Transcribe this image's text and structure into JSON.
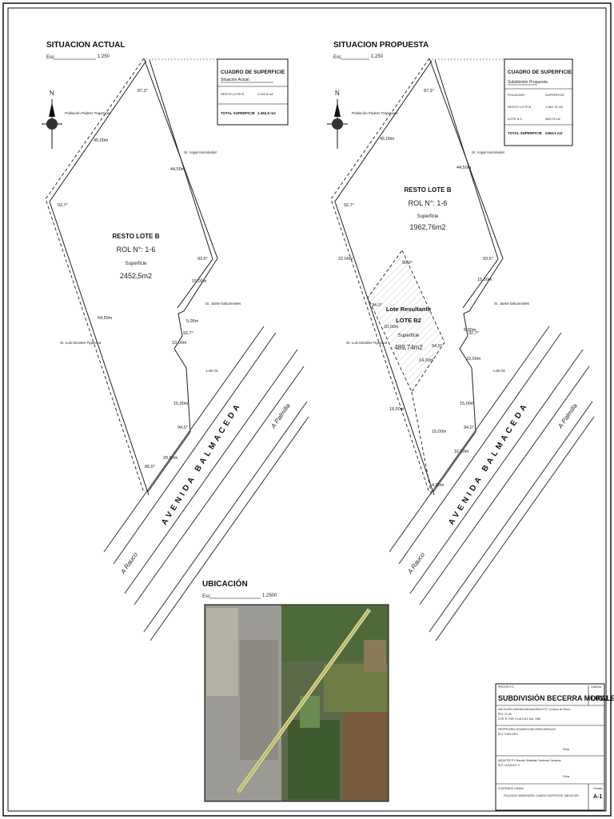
{
  "left": {
    "title": "SITUACION ACTUAL",
    "scale_prefix": "Esc",
    "scale_value": "1:250",
    "table": {
      "title": "CUADRO DE SUPERFICIE",
      "subtitle": "Situación Actual",
      "rows": [
        [
          "RESTO LOTE B",
          "2.452,5 m2"
        ]
      ],
      "total_label": "TOTAL SUPERFICIE",
      "total_value": "2.452,5 m2"
    },
    "lot_name": "RESTO LOTE B",
    "lot_rol": "ROL N°: 1-6",
    "lot_sup_label": "Superficie",
    "lot_sup_value": "2452,5m2",
    "angles": [
      "87,3°",
      "92,7°",
      "93,5°",
      "92,7°",
      "94,0°",
      "86,0°"
    ],
    "dims": [
      "45,00m",
      "44,50m",
      "15,00m",
      "5,00m",
      "10,00m",
      "15,00m",
      "20,00m",
      "64,50m"
    ],
    "neighbors": [
      "Población Padres Trapenses",
      "Sr. Angel Hernández",
      "Sr. Jaime balcarcedes",
      "Sr. Luis Morales Figueroa",
      "Lote 01"
    ]
  },
  "right": {
    "title": "SITUACION PROPUESTA",
    "scale_prefix": "Esc",
    "scale_value": "1:250",
    "table": {
      "title": "CUADRO DE SUPERFICIE",
      "subtitle": "Subdivisión Propuesta",
      "header": [
        "POLIGONO",
        "SUPERFICIE"
      ],
      "rows": [
        [
          "RESTO LOTE B",
          "1.962,76 m2"
        ],
        [
          "LOTE B-2",
          "489,74 m2"
        ]
      ],
      "total_label": "TOTAL SUPERFICIE",
      "total_value": "2452,5 m2"
    },
    "lot_name": "RESTO LOTE B",
    "lot_rol": "ROL N°: 1-6",
    "lot_sup_label": "Superficie",
    "lot_sup_value": "1962,76m2",
    "new_lot_line1": "Lote Resultante",
    "new_lot_line2": "LOTE B2",
    "new_lot_sup_label": "Superficie",
    "new_lot_sup_value": "489,74m2",
    "angles": [
      "87,3°",
      "92,7°",
      "93,5°",
      "94,0°",
      "90,0°",
      "94,0°",
      "94,0°",
      "92,7°"
    ],
    "dims": [
      "45,00m",
      "44,50m",
      "15,00m",
      "5,00m",
      "10,00m",
      "15,00m",
      "16,00m",
      "22,00m",
      "20,00m",
      "14,00m",
      "15,00m",
      "18,50m",
      "4,00m"
    ],
    "neighbors": [
      "Población Padres Trapenses",
      "Sr. Angel Hernández",
      "Sr. Jaime balcarcedes",
      "Sr. Luis Morales Figueroa",
      "Lote 01"
    ]
  },
  "roads": {
    "avenue": "AVENIDA BALMACEDA",
    "to_left": "A Rauco",
    "to_right": "A Palmilla"
  },
  "north": "N",
  "location": {
    "title": "UBICACIÓN",
    "scale_prefix": "Esc",
    "scale_value": "1:2500"
  },
  "title_block": {
    "project_label": "PROYECTO",
    "project_name": "SUBDIVISIÓN BECERRA MORALES",
    "sheet_label": "LAMINA",
    "sheet_value": "L01/1",
    "address_line1": "UBICACIÓN: AVENIDA BALMACEDA Nº 97, Comuna de Rauco",
    "address_line2": "ROL: 01-06",
    "address_line3": "COR. R. FOR. Fs.44 N.51, Año: 1984",
    "owner_line1": "PROPIETARIO: EDUARDO BECERRA MORALES",
    "owner_line2": "RUT: 5.263.105-0",
    "owner_sign": "Firma",
    "architect_line1": "ARQUITECTO: Marcelo Sebastián Cardenas Cardenas",
    "architect_line2": "RUT: 16.028.427-4",
    "architect_sign": "Firma",
    "content_label": "CONTENIDO LAMINA",
    "content_value": "POLIGONO SUBDIVISIÓN, CUADRO SUPERFICIE, UBICACIÓN",
    "format_label": "Formato",
    "format_value": "A-1"
  }
}
